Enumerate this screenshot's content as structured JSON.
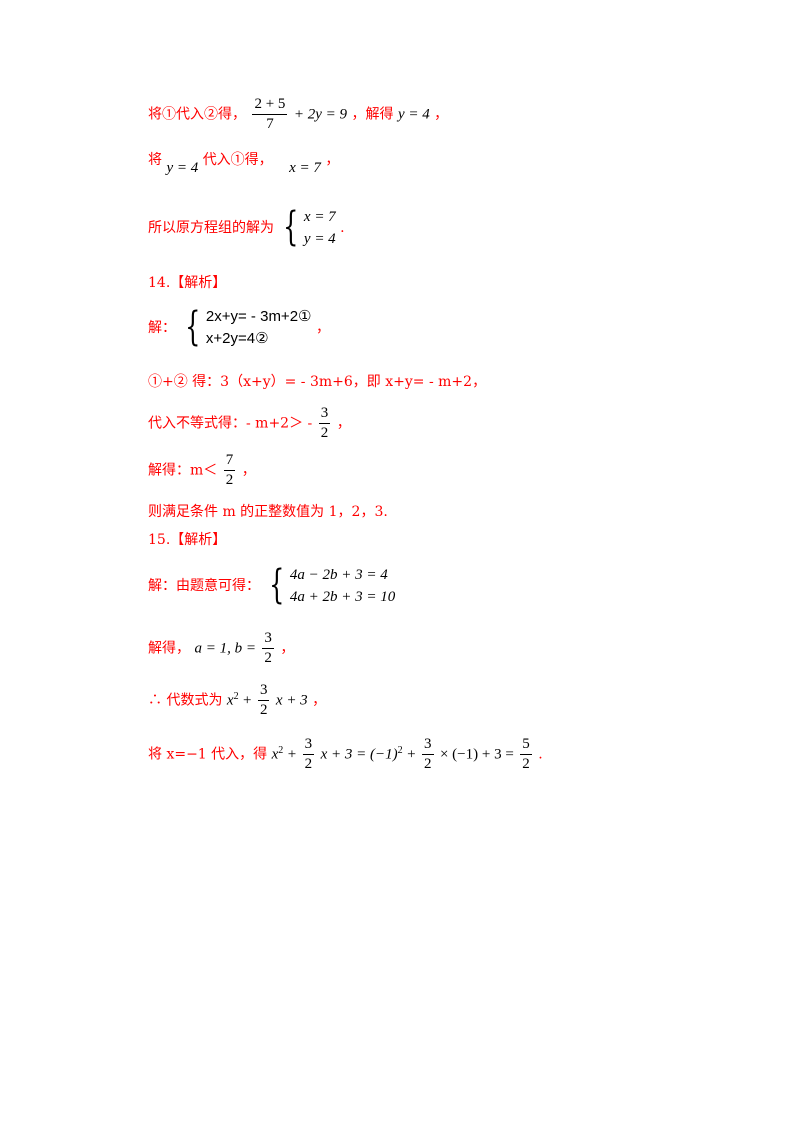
{
  "lines": {
    "l1": {
      "prefix": "将①代入②得，",
      "frac_num": "2 + 5",
      "frac_den": "7",
      "eq": "+ 2y = 9",
      "mid": "，解得",
      "result": "y = 4",
      "suffix": "，"
    },
    "l2": {
      "prefix": "将",
      "math1": "y = 4",
      "mid": "代入①得，",
      "math2": "x = 7",
      "suffix": "，"
    },
    "l3": {
      "prefix": "所以原方程组的解为",
      "row1": "x = 7",
      "row2": "y = 4",
      "suffix": "."
    },
    "h14": "14.【解析】",
    "l5": {
      "prefix": "解：",
      "row1": "2x+y= - 3m+2①",
      "row2": "x+2y=4②",
      "suffix": "，"
    },
    "l6": "①+② 得：3（x+y）= - 3m+6，即 x+y= - m+2，",
    "l7": {
      "prefix": "代入不等式得：- m+2＞ -",
      "frac_num": "3",
      "frac_den": "2",
      "suffix": "，"
    },
    "l8": {
      "prefix": "解得：m＜",
      "frac_num": "7",
      "frac_den": "2",
      "suffix": "，"
    },
    "l9": "则满足条件 m 的正整数值为 1，2，3.",
    "h15": "15.【解析】",
    "l11": {
      "prefix": "解：由题意可得：",
      "row1": "4a − 2b + 3 = 4",
      "row2": "4a + 2b + 3 = 10"
    },
    "l12": {
      "prefix": "解得，",
      "math": "a = 1,  b =",
      "frac_num": "3",
      "frac_den": "2",
      "suffix": "，"
    },
    "l13": {
      "prefix": "∴ 代数式为",
      "x2": "x",
      "exp": "2",
      "plus": "+",
      "frac_num": "3",
      "frac_den": "2",
      "tail": "x + 3",
      "suffix": "，"
    },
    "l14": {
      "prefix": "将 x=−1 代入，得",
      "x2": "x",
      "exp": "2",
      "plus": "+",
      "f1_num": "3",
      "f1_den": "2",
      "mid1": "x + 3 = (−1)",
      "exp2": "2",
      "plus2": "+",
      "f2_num": "3",
      "f2_den": "2",
      "mid2": "× (−1) + 3 =",
      "f3_num": "5",
      "f3_den": "2",
      "suffix": "."
    }
  }
}
